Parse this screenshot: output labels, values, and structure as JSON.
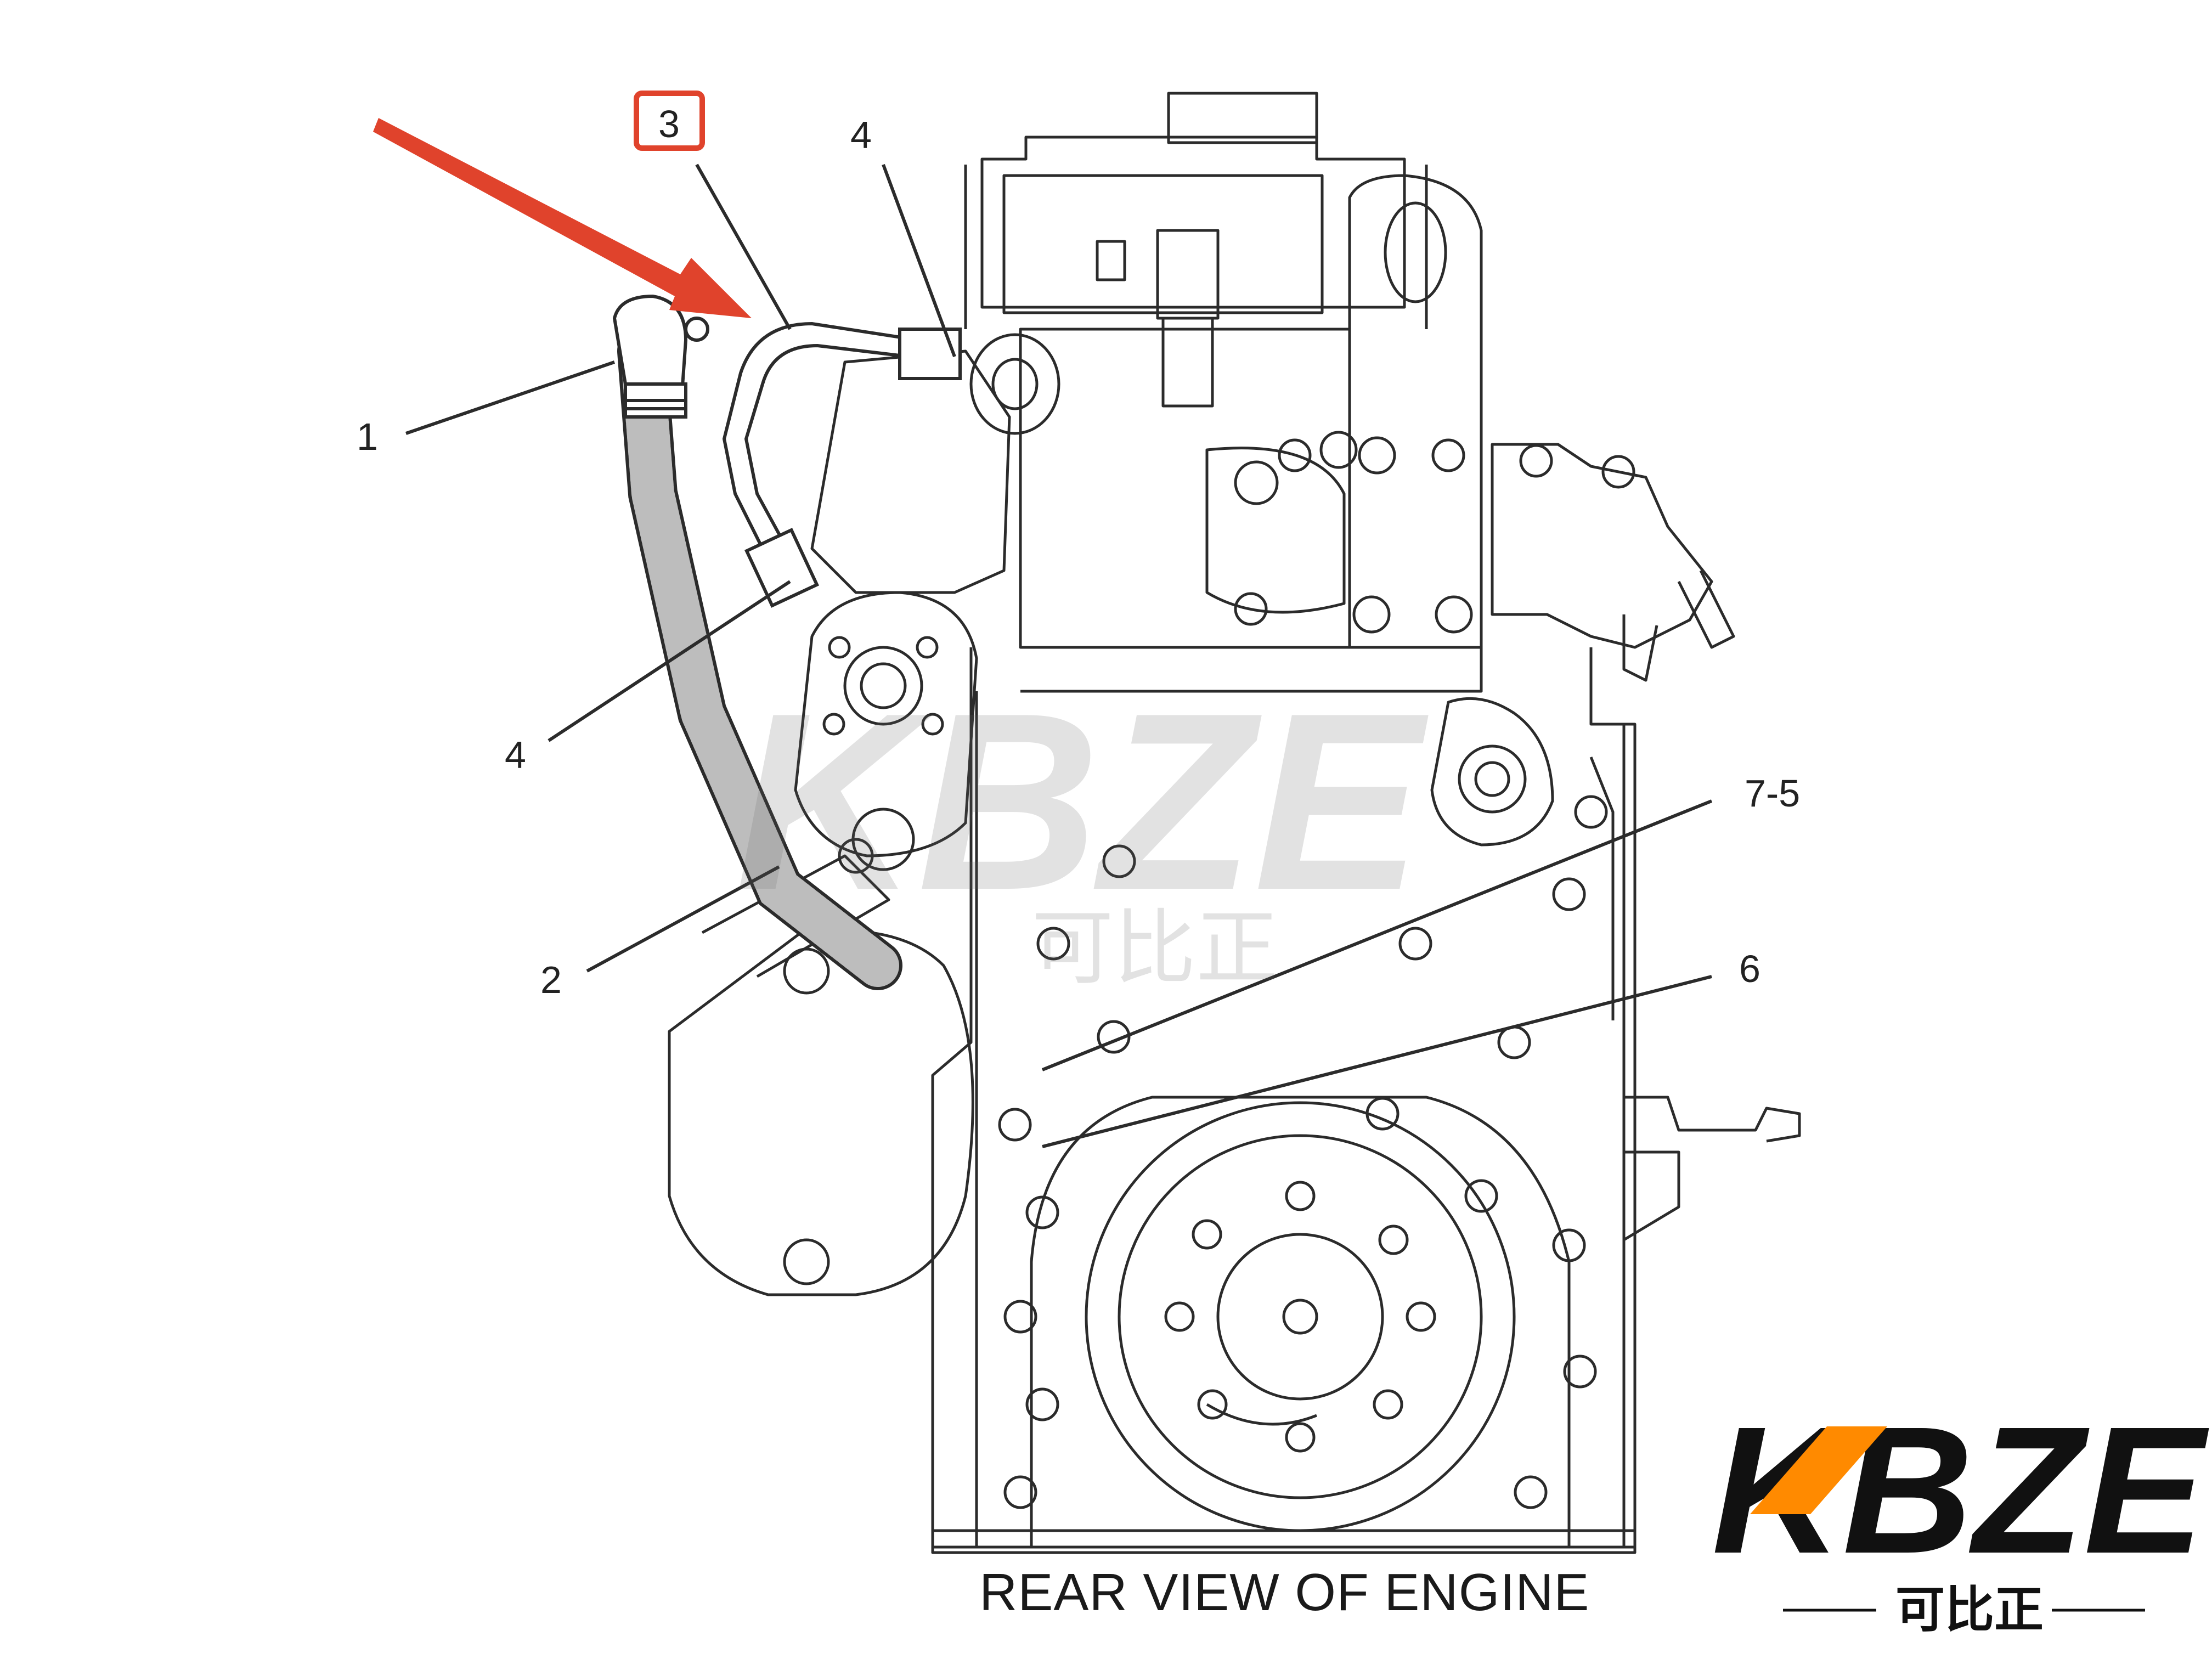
{
  "diagram": {
    "caption": "REAR VIEW OF ENGINE",
    "callouts": [
      {
        "id": "c1",
        "label": "1"
      },
      {
        "id": "c2",
        "label": "2"
      },
      {
        "id": "c3",
        "label": "3",
        "highlighted": true
      },
      {
        "id": "c4a",
        "label": "4"
      },
      {
        "id": "c4b",
        "label": "4"
      },
      {
        "id": "c75",
        "label": "7-5"
      },
      {
        "id": "c6",
        "label": "6"
      }
    ],
    "highlight_color": "#e0432c",
    "line_color": "#2b2b2b"
  },
  "watermark": {
    "brand": "KBZE",
    "subtitle": "可比正"
  },
  "logo": {
    "brand": "KBZE",
    "subtitle": "可比正",
    "color": "#111111",
    "accent": "#ff8a00"
  }
}
